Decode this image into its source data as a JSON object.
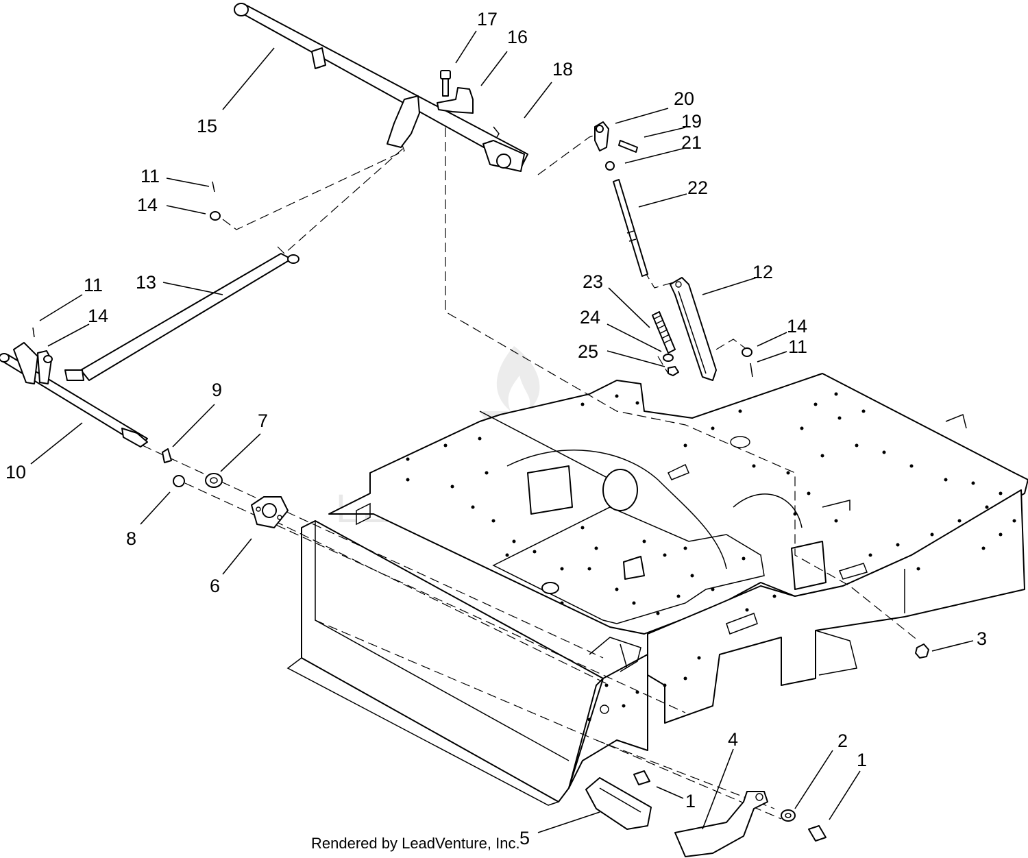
{
  "callouts": [
    {
      "n": "17"
    },
    {
      "n": "16"
    },
    {
      "n": "18"
    },
    {
      "n": "15"
    },
    {
      "n": "20"
    },
    {
      "n": "19"
    },
    {
      "n": "21"
    },
    {
      "n": "22"
    },
    {
      "n": "11"
    },
    {
      "n": "14"
    },
    {
      "n": "13"
    },
    {
      "n": "11"
    },
    {
      "n": "14"
    },
    {
      "n": "12"
    },
    {
      "n": "23"
    },
    {
      "n": "24"
    },
    {
      "n": "25"
    },
    {
      "n": "14"
    },
    {
      "n": "11"
    },
    {
      "n": "9"
    },
    {
      "n": "7"
    },
    {
      "n": "10"
    },
    {
      "n": "8"
    },
    {
      "n": "6"
    },
    {
      "n": "3"
    },
    {
      "n": "4"
    },
    {
      "n": "2"
    },
    {
      "n": "1"
    },
    {
      "n": "1"
    },
    {
      "n": "5"
    }
  ],
  "footer_text": "Rendered by LeadVenture, Inc.",
  "watermark_text": "LEADVENTURE",
  "colors": {
    "line": "#000000",
    "background": "#ffffff",
    "watermark": "#e8e8e8"
  }
}
